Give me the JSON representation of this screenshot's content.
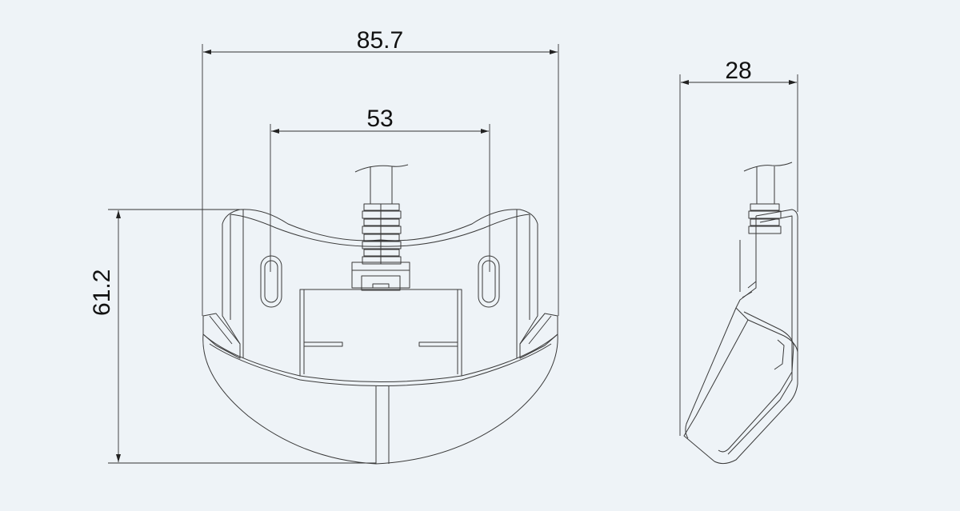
{
  "colors": {
    "background": "#eef3f7",
    "line": "#3a3a3a",
    "text": "#111111"
  },
  "dimensions": {
    "overall_width": "85.7",
    "hole_spacing": "53",
    "height": "61.2",
    "depth": "28"
  }
}
